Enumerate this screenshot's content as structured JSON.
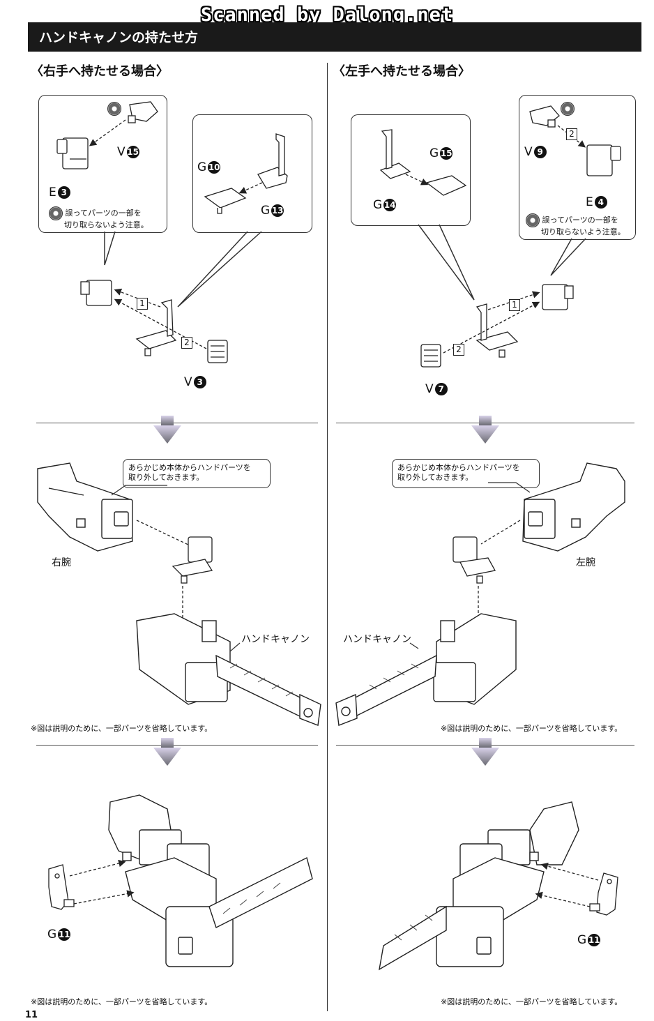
{
  "watermark": "Scanned by Dalong.net",
  "header": {
    "title": "ハンドキャノンの持たせ方"
  },
  "page_number": "11",
  "right_hand": {
    "title": "〈右手へ持たせる場合〉",
    "parts": {
      "v15": "V",
      "v15_num": "15",
      "e3": "E",
      "e3_num": "3",
      "g10": "G",
      "g10_num": "10",
      "g13": "G",
      "g13_num": "13",
      "v3": "V",
      "v3_num": "3",
      "g11": "G",
      "g11_num": "11"
    },
    "caution_line1": "誤ってパーツの一部を",
    "caution_line2": "切り取らないよう注意。",
    "step1": "1",
    "step2": "2",
    "prep_line1": "あらかじめ本体からハンドパーツを",
    "prep_line2": "取り外しておきます。",
    "arm_label": "右腕",
    "cannon_label": "ハンドキャノン",
    "omit_note_1": "※図は説明のために、一部パーツを省略しています。",
    "omit_note_2": "※図は説明のために、一部パーツを省略しています。"
  },
  "left_hand": {
    "title": "〈左手へ持たせる場合〉",
    "parts": {
      "g15": "G",
      "g15_num": "15",
      "g14": "G",
      "g14_num": "14",
      "v9": "V",
      "v9_num": "9",
      "e4": "E",
      "e4_num": "4",
      "v7": "V",
      "v7_num": "7",
      "g11": "G",
      "g11_num": "11"
    },
    "caution_line1": "誤ってパーツの一部を",
    "caution_line2": "切り取らないよう注意。",
    "step1": "1",
    "step2": "2",
    "step2_top": "2",
    "prep_line1": "あらかじめ本体からハンドパーツを",
    "prep_line2": "取り外しておきます。",
    "arm_label": "左腕",
    "cannon_label": "ハンドキャノン",
    "omit_note_1": "※図は説明のために、一部パーツを省略しています。",
    "omit_note_2": "※図は説明のために、一部パーツを省略しています。"
  }
}
